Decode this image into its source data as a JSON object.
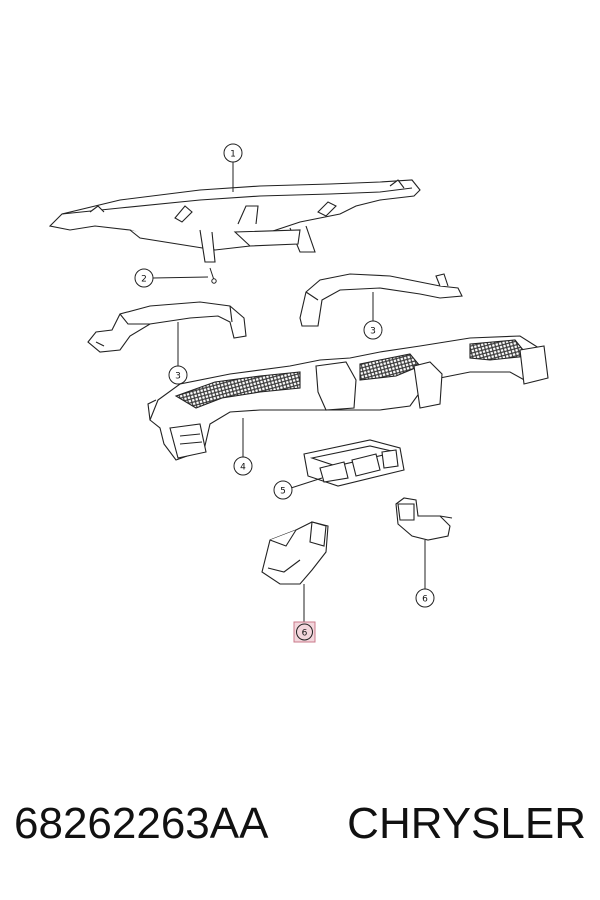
{
  "diagram": {
    "callouts": [
      {
        "id": "c1",
        "label": "1"
      },
      {
        "id": "c2",
        "label": "2"
      },
      {
        "id": "c3a",
        "label": "3"
      },
      {
        "id": "c3b",
        "label": "3"
      },
      {
        "id": "c4",
        "label": "4"
      },
      {
        "id": "c5",
        "label": "5"
      },
      {
        "id": "c6a",
        "label": "6",
        "highlighted": true
      },
      {
        "id": "c6b",
        "label": "6"
      }
    ],
    "colors": {
      "line": "#222222",
      "highlight_fill": "#f3d6dc",
      "highlight_stroke": "#c9788a",
      "mesh": "#3a3a3a"
    }
  },
  "footer": {
    "part_number": "68262263AA",
    "brand": "CHRYSLER"
  }
}
